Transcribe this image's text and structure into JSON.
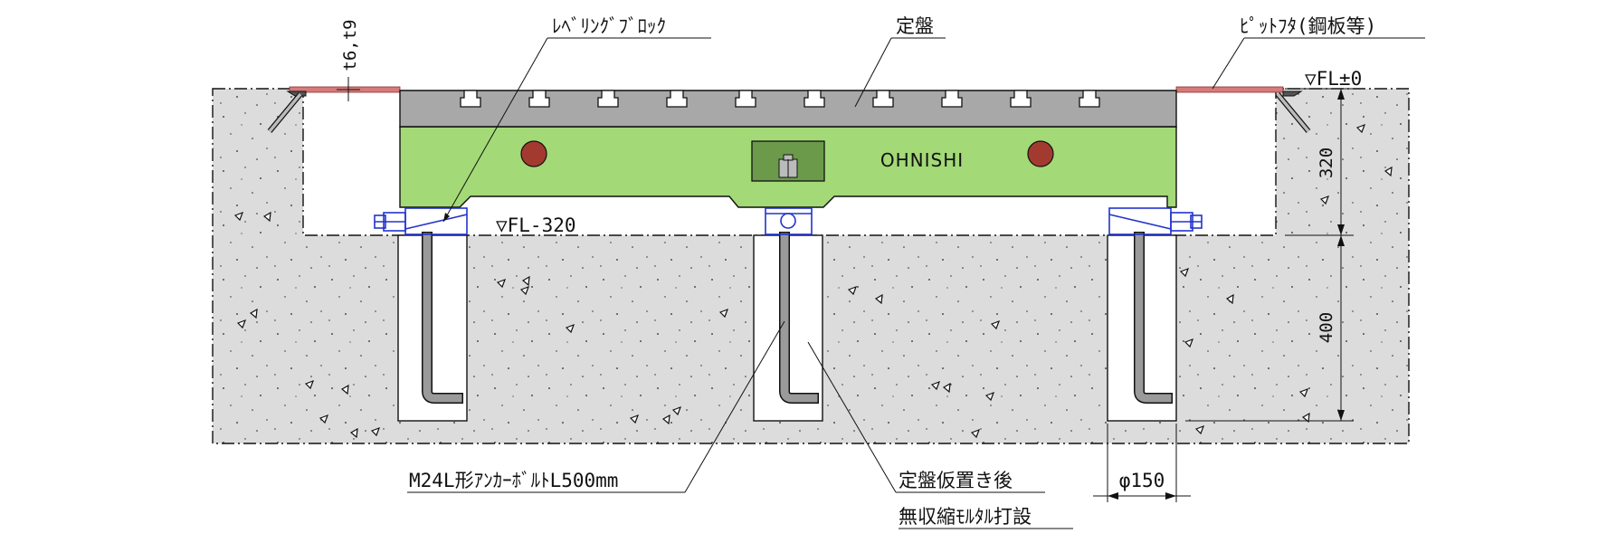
{
  "labels": {
    "leveling_block": "ﾚﾍﾞﾘﾝｸﾞﾌﾞﾛｯｸ",
    "surface_plate": "定盤",
    "pit_cover": "ﾋﾟｯﾄﾌﾀ(鋼板等)",
    "thickness": "t6,t9",
    "fl_zero": "▽FL±0",
    "fl_minus": "▽FL-320",
    "brand": "OHNISHI",
    "anchor_bolt": "M24L形ｱﾝｶｰﾎﾞﾙﾄL500mm",
    "grout_line1": "定盤仮置き後",
    "grout_line2": "無収縮ﾓﾙﾀﾙ打設",
    "dim_diameter": "φ150",
    "dim_320": "320",
    "dim_400": "400"
  },
  "colors": {
    "concrete": "#dcdcdc",
    "plate_top": "#a8a8a8",
    "plate_body": "#a3d977",
    "bolt_box": "#6b9a4a",
    "bolt_hole": "#a33a30",
    "pit_cover": "#d87a7a",
    "leveler": "#2233cc"
  }
}
